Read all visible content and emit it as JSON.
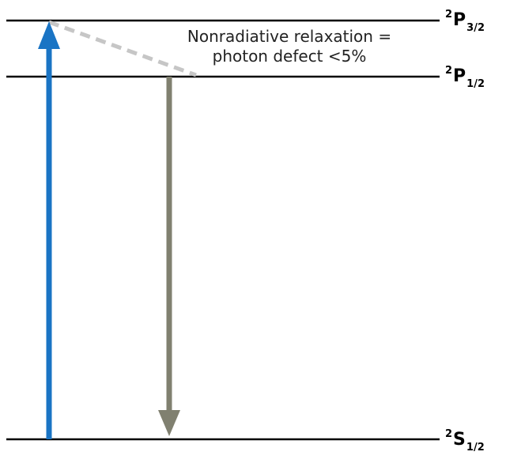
{
  "levels": {
    "p32": {
      "multiplicity": "2",
      "letter": "P",
      "j": "3/2"
    },
    "p12": {
      "multiplicity": "2",
      "letter": "P",
      "j": "1/2"
    },
    "s12": {
      "multiplicity": "2",
      "letter": "S",
      "j": "1/2"
    }
  },
  "annotation": {
    "line1": "Nonradiative relaxation =",
    "line2": "photon defect <5%"
  },
  "colors": {
    "level_line": "#000000",
    "pump_arrow": "#1a74c4",
    "emission_arrow": "#808070",
    "relaxation_line": "#c6c6c6"
  }
}
